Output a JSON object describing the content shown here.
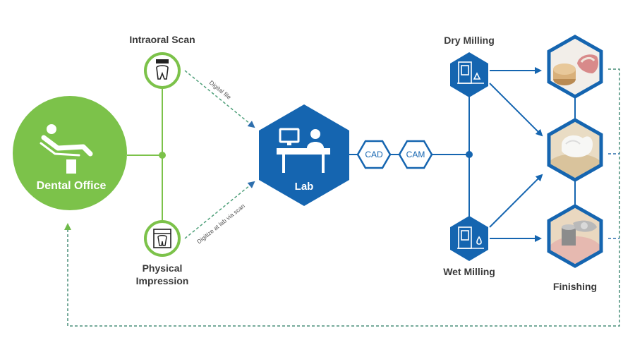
{
  "colors": {
    "green": "#7cc24a",
    "blue": "#1565b0",
    "dashed_green": "#6fba4a",
    "dashed_blue": "#2e6fad",
    "text": "#3a3a3a"
  },
  "nodes": {
    "dental_office": "Dental Office",
    "intraoral_scan": "Intraoral Scan",
    "physical_impression_line1": "Physical",
    "physical_impression_line2": "Impression",
    "lab": "Lab",
    "cad": "CAD",
    "cam": "CAM",
    "dry_milling": "Dry Milling",
    "wet_milling": "Wet Milling",
    "finishing": "Finishing"
  },
  "edges": {
    "digital_file": "Digital file",
    "digitize_at_lab": "Digitize at lab via scan"
  },
  "icons": {
    "dental_chair": "dental-chair-icon",
    "tooth_scanner": "tooth-scanner-icon",
    "impression_tray": "impression-tray-icon",
    "lab_worker": "lab-workstation-icon",
    "dry_mill": "dry-milling-machine-icon",
    "wet_mill": "wet-milling-machine-icon"
  }
}
